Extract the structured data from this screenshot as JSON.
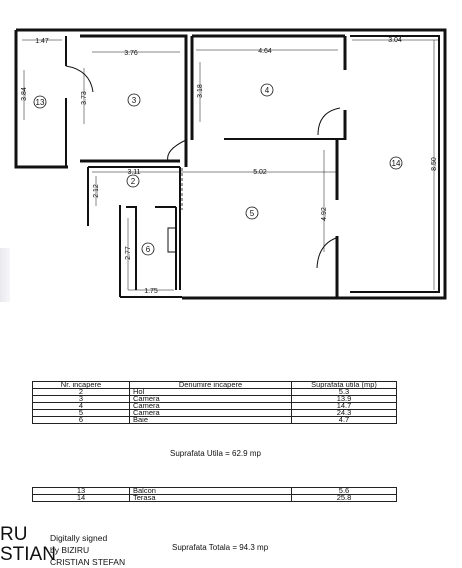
{
  "dimensions": {
    "d147": "1.47",
    "d376": "3.76",
    "d464": "4.64",
    "d304": "3.04",
    "d384": "3.84",
    "d373": "3.73",
    "d318": "3.18",
    "d850": "8.50",
    "d311": "3.11",
    "d502": "5.02",
    "d212": "2.12",
    "d492": "4.92",
    "d277": "2.77",
    "d175": "1.75"
  },
  "room_labels": {
    "r2": "2",
    "r3": "3",
    "r4": "4",
    "r5": "5",
    "r6": "6",
    "r13": "13",
    "r14": "14"
  },
  "table1": {
    "headers": [
      "Nr. incapere",
      "Denumire incapere",
      "Suprafata utila (mp)"
    ],
    "rows": [
      [
        "2",
        "Hol",
        "5.3"
      ],
      [
        "3",
        "Camera",
        "13.9"
      ],
      [
        "4",
        "Camera",
        "14.7"
      ],
      [
        "5",
        "Camera",
        "24.3"
      ],
      [
        "6",
        "Baie",
        "4.7"
      ]
    ]
  },
  "total_utila": "Suprafata Utila = 62.9 mp",
  "table2": {
    "rows": [
      [
        "13",
        "Balcon",
        "5.6"
      ],
      [
        "14",
        "Terasa",
        "25.8"
      ]
    ]
  },
  "total": "Suprafata Totala = 94.3 mp",
  "signature": {
    "big_line1": "RU",
    "big_line2": "STIAN",
    "line1": "Digitally signed",
    "line2": "by BIZIRU",
    "line3": "CRISTIAN STEFAN"
  }
}
